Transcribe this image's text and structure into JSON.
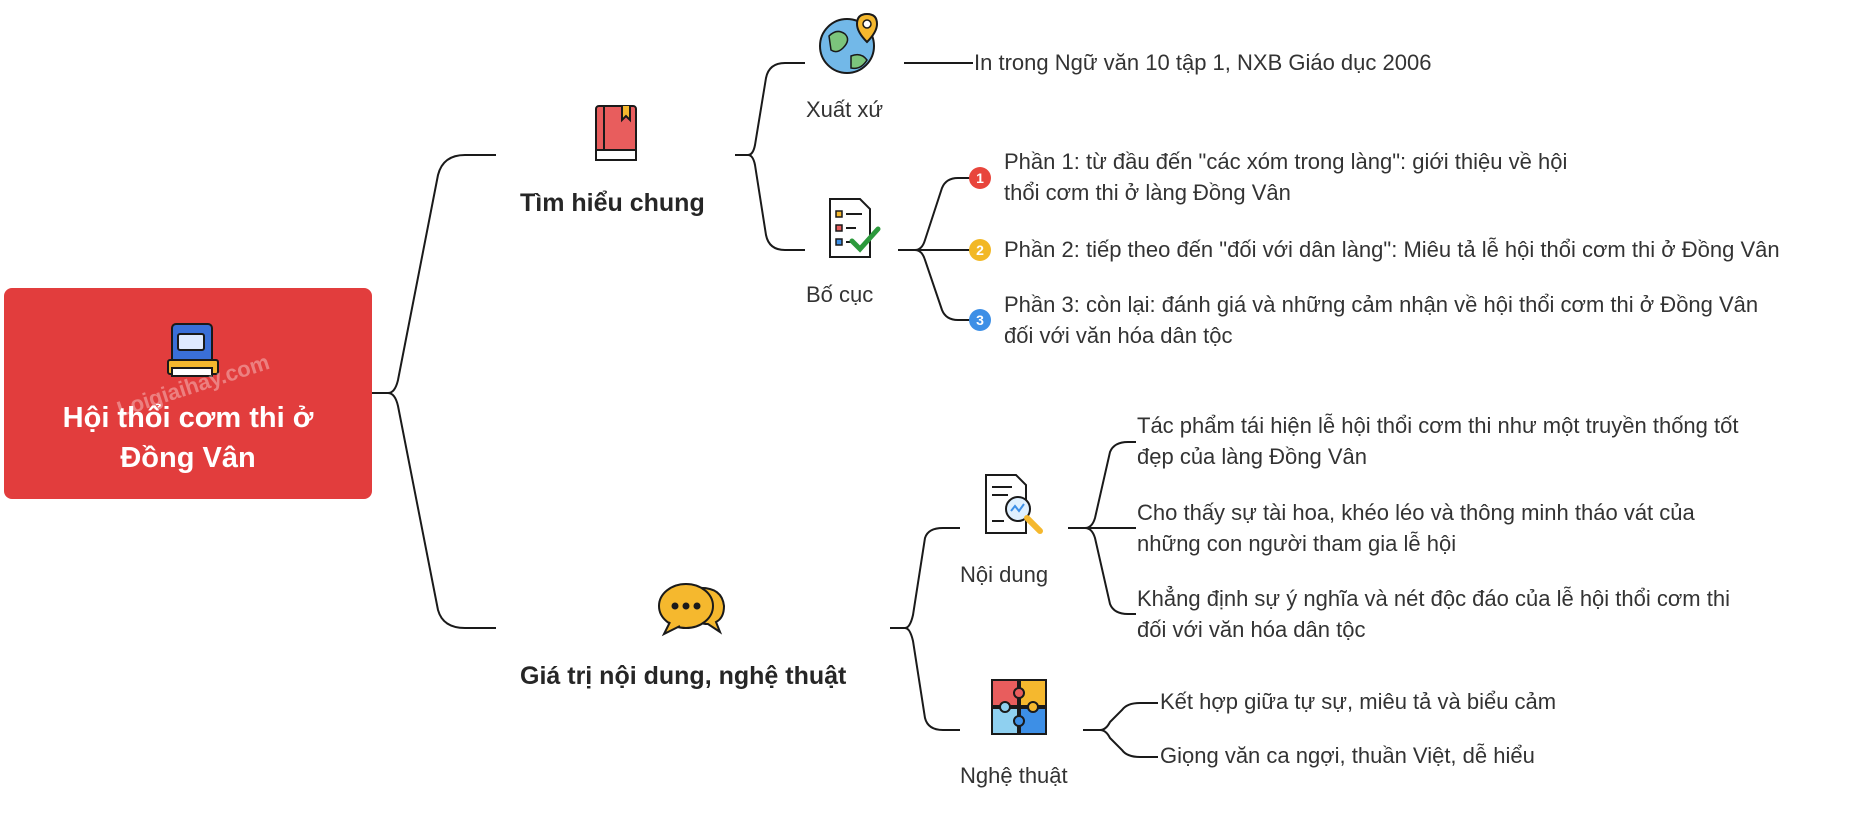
{
  "root": {
    "title_line1": "Hội thổi cơm thi ở",
    "title_line2": "Đồng Vân",
    "watermark": "Loigiaihay.com",
    "icon": "book-icon",
    "color": "#e23d3d"
  },
  "branches": {
    "general": {
      "label": "Tìm hiểu chung",
      "icon": "red-book-icon",
      "origin": {
        "label": "Xuất xứ",
        "icon": "globe-pin-icon",
        "text": "In trong Ngữ văn 10 tập 1, NXB Giáo dục 2006"
      },
      "layout": {
        "label": "Bố cục",
        "icon": "checklist-icon",
        "parts": [
          {
            "number": "1",
            "color": "#e8453c",
            "line1": "Phần 1: từ đầu đến \"các xóm trong làng\": giới thiệu về hội",
            "line2": "thổi cơm thi ở làng Đồng Vân"
          },
          {
            "number": "2",
            "color": "#f2b825",
            "line1": "Phần 2: tiếp theo đến \"đối với dân làng\": Miêu tả lễ hội thổi cơm thi ở Đồng Vân",
            "line2": ""
          },
          {
            "number": "3",
            "color": "#3d8fe6",
            "line1": "Phần 3: còn lại: đánh giá và những cảm nhận về hội thổi cơm thi ở Đồng Vân",
            "line2": "đối với văn hóa dân tộc"
          }
        ]
      }
    },
    "value": {
      "label": "Giá trị nội dung, nghệ thuật",
      "icon": "chat-bubbles-icon",
      "content": {
        "label": "Nội dung",
        "icon": "document-magnifier-icon",
        "items": [
          {
            "line1": "Tác phẩm tái hiện lễ hội thổi cơm thi như một truyền thống tốt",
            "line2": "đẹp của làng Đồng Vân"
          },
          {
            "line1": "Cho thấy sự tài hoa, khéo léo và thông minh tháo vát của",
            "line2": "những con người tham gia lễ hội"
          },
          {
            "line1": "Khẳng định sự ý nghĩa và nét độc đáo của lễ hội thổi cơm thi",
            "line2": "đối với văn hóa dân tộc"
          }
        ]
      },
      "art": {
        "label": "Nghệ thuật",
        "icon": "puzzle-icon",
        "items": [
          "Kết hợp giữa tự sự, miêu tả và biểu cảm",
          "Giọng văn ca ngợi, thuần Việt, dễ hiểu"
        ]
      }
    }
  }
}
